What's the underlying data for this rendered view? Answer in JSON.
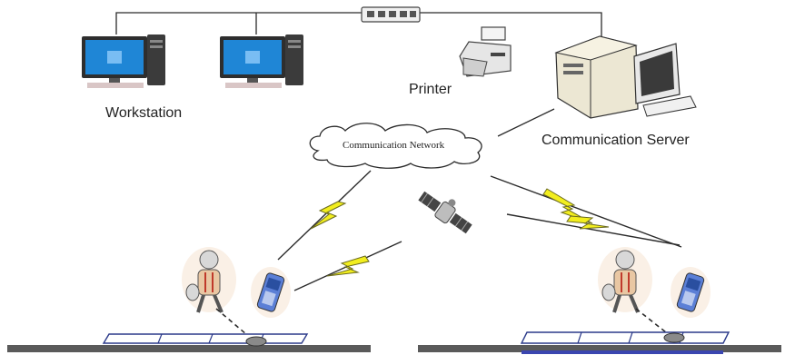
{
  "labels": {
    "workstation": "Workstation",
    "printer": "Printer",
    "communication_server": "Communication Server",
    "communication_network": "Communication Network"
  },
  "colors": {
    "line": "#2b2b2b",
    "screen": "#1f86d6",
    "lightning": "#f2ee1e",
    "belt": "#5a5a5a"
  }
}
